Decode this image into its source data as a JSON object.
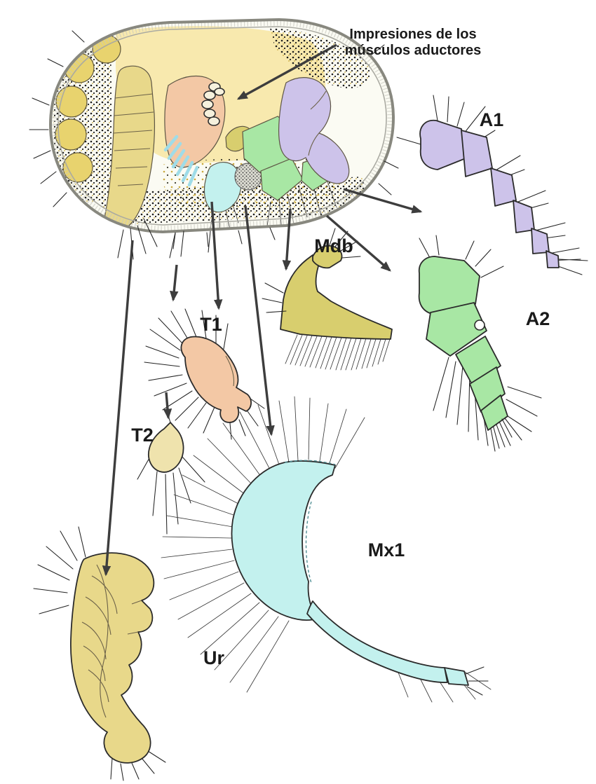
{
  "figure": {
    "annotation": {
      "line1": "Impresiones de los",
      "line2": "músculos aductores"
    },
    "labels": {
      "a1": "A1",
      "a2": "A2",
      "mdb": "Mdb",
      "t1": "T1",
      "t2": "T2",
      "mx1": "Mx1",
      "ur": "Ur"
    },
    "colors": {
      "a1_antennule": "#cdc3ea",
      "a2_antenna": "#a8e7a4",
      "mdb_mandible": "#d8ce6e",
      "t1_leg": "#f3c8a5",
      "t2_leg": "#efe3ad",
      "mx1_maxillule": "#c3f1ee",
      "ur_uropod": "#e8d88a",
      "eggs": "#e8d36e",
      "body_mass": "#f8e9ae",
      "shell_fill": "#fbfbf3",
      "arrow": "#3d3d3d"
    }
  }
}
